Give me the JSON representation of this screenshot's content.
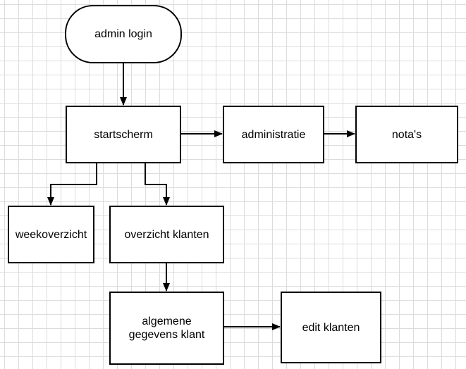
{
  "diagram": {
    "nodes": {
      "admin_login": "admin login",
      "startscherm": "startscherm",
      "administratie": "administratie",
      "notas": "nota's",
      "weekoverzicht": "weekoverzicht",
      "overzicht_klanten": "overzicht klanten",
      "algemene_gegevens_klant": "algemene\ngegevens klant",
      "edit_klanten": "edit klanten"
    },
    "edges": [
      {
        "from": "admin_login",
        "to": "startscherm"
      },
      {
        "from": "startscherm",
        "to": "administratie"
      },
      {
        "from": "administratie",
        "to": "notas"
      },
      {
        "from": "startscherm",
        "to": "weekoverzicht"
      },
      {
        "from": "startscherm",
        "to": "overzicht_klanten"
      },
      {
        "from": "overzicht_klanten",
        "to": "algemene_gegevens_klant"
      },
      {
        "from": "algemene_gegevens_klant",
        "to": "edit_klanten"
      }
    ],
    "colors": {
      "stroke": "#000000",
      "fill": "#ffffff",
      "grid": "#dcdcdc"
    }
  }
}
